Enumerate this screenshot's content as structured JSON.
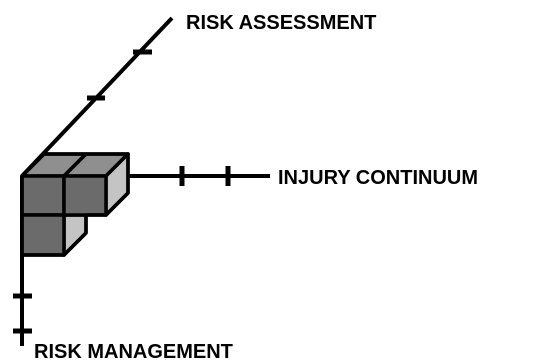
{
  "diagram": {
    "axes": {
      "risk_assessment": {
        "label": "RISK ASSESSMENT"
      },
      "injury_continuum": {
        "label": "INJURY CONTINUUM"
      },
      "risk_management": {
        "label": "RISK MANAGEMENT"
      }
    },
    "colors": {
      "line": "#000000",
      "cube_front": "#6b6b6b",
      "cube_top": "#8f8f8f",
      "cube_side": "#c4c4c4"
    }
  }
}
